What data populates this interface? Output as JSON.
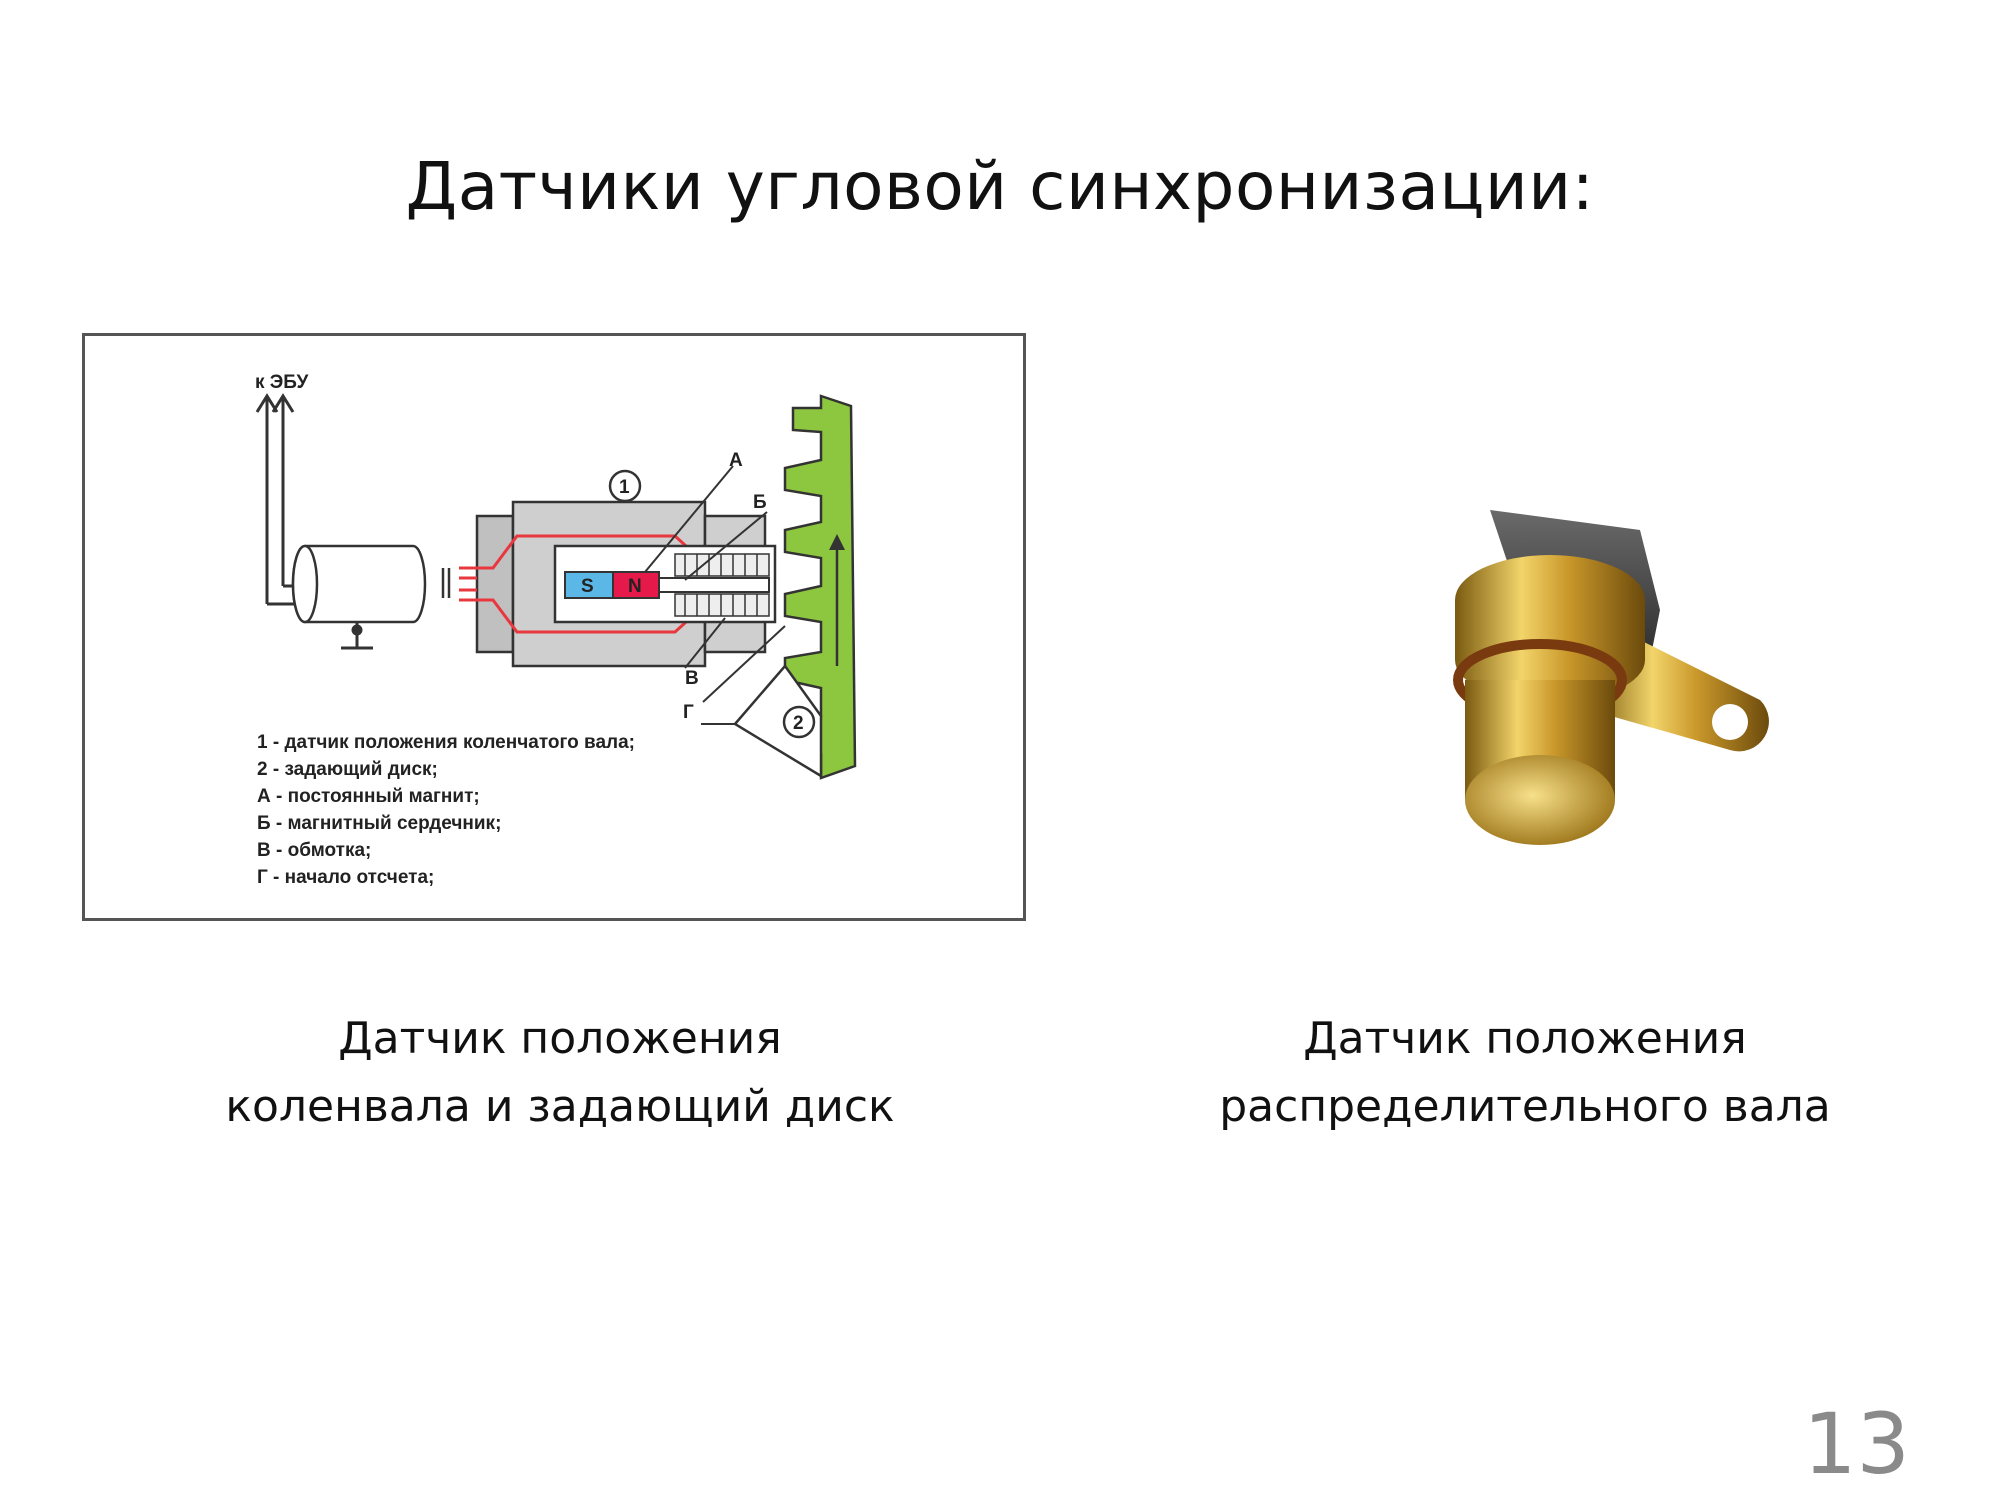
{
  "slide": {
    "title": "Датчики угловой синхронизации:",
    "page_number": "13"
  },
  "diagram": {
    "ecu_label": "к ЭБУ",
    "callout_1": "1",
    "callout_2": "2",
    "letter_a": "А",
    "letter_b": "Б",
    "letter_v": "В",
    "letter_g": "Г",
    "magnet_south": "S",
    "magnet_north": "N",
    "legend": [
      "1 - датчик положения коленчатого вала;",
      "2 - задающий диск;",
      "А - постоянный магнит;",
      "Б - магнитный сердечник;",
      "В - обмотка;",
      "Г - начало отсчета;"
    ],
    "colors": {
      "gear": "#8dc63f",
      "field_lines": "#e8373e",
      "magnet_north": "#e6194b",
      "magnet_south": "#5bb7e6",
      "housing": "#cfcfcf"
    }
  },
  "captions": {
    "left": [
      "Датчик положения",
      "коленвала и задающий диск"
    ],
    "right": [
      "Датчик положения",
      "распределительного вала"
    ]
  },
  "icons": {
    "ecu_output": "double-arrow-up-icon",
    "ground": "ground-symbol-icon"
  }
}
